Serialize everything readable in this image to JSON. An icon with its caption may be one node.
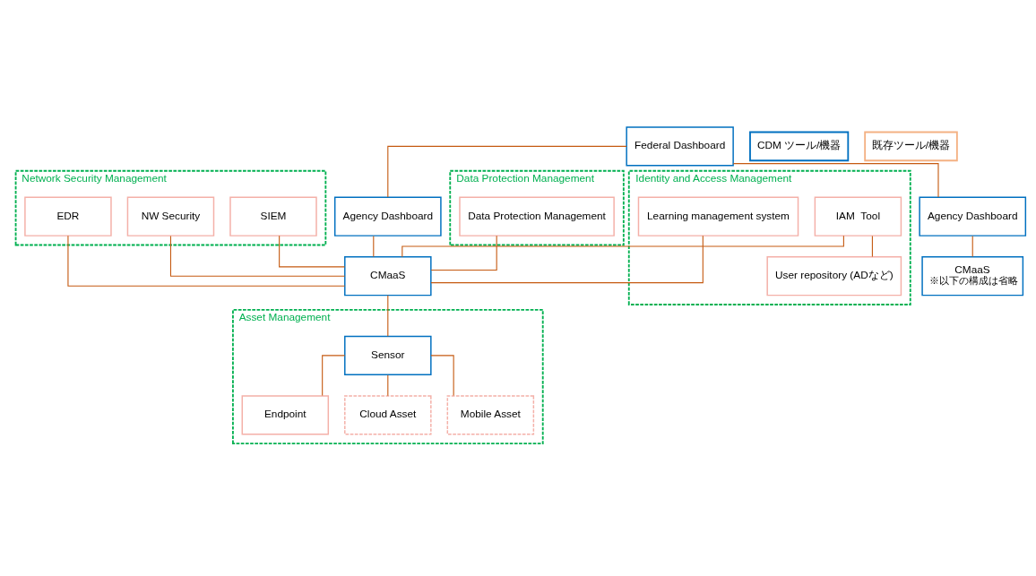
{
  "diagram": {
    "nodes": [
      {
        "text": [
          "Network Security Management"
        ]
      },
      {
        "text": [
          "SIEM"
        ],
        "in": 0
      },
      {
        "text": [
          "NW Security"
        ],
        "in": 0
      },
      {
        "text": [
          "EDR"
        ],
        "in": 0
      },
      {
        "text": [
          "Identity and Access Management"
        ]
      },
      {
        "text": [
          "IAM  Tool"
        ],
        "in": 4
      },
      {
        "text": [
          "User repository (ADなど)"
        ],
        "in": 4
      },
      {
        "text": [
          "Learning management system"
        ],
        "in": 4
      },
      {
        "text": [
          "Federal Dashboard"
        ]
      },
      {
        "text": [
          "Agency Dashboard"
        ]
      },
      {
        "text": [
          "Agency Dashboard"
        ]
      },
      {
        "text": [
          "CMaaS"
        ]
      },
      {
        "text": [
          "CMaaS",
          "※以下の構成は省略"
        ]
      },
      {
        "text": [
          "Data Protection Management"
        ]
      },
      {
        "text": [
          "Data Protection Management"
        ],
        "in": 13
      },
      {
        "text": [
          "Asset Management"
        ]
      },
      {
        "text": [
          "Sensor"
        ],
        "in": 15
      },
      {
        "text": [
          "Endpoint"
        ],
        "in": 15
      },
      {
        "text": [
          "Cloud Asset"
        ],
        "in": 15
      },
      {
        "text": [
          "Mobile Asset"
        ],
        "in": 15
      }
    ],
    "edges": [
      {
        "from": 8,
        "to": 9,
        "arrow": "none"
      },
      {
        "from": 8,
        "to": 10,
        "arrow": "none"
      },
      {
        "from": 9,
        "to": 11,
        "arrow": "none"
      },
      {
        "from": 10,
        "to": 12,
        "arrow": "none"
      },
      {
        "from": 1,
        "to": 11,
        "arrow": "none"
      },
      {
        "from": 2,
        "to": 11,
        "arrow": "none"
      },
      {
        "from": 3,
        "to": 11,
        "arrow": "none"
      },
      {
        "from": 5,
        "to": 11,
        "arrow": "none"
      },
      {
        "from": 7,
        "to": 11,
        "arrow": "none"
      },
      {
        "from": 5,
        "to": 6,
        "arrow": "none"
      },
      {
        "from": 11,
        "to": 16,
        "arrow": "none"
      },
      {
        "from": 14,
        "to": 11,
        "arrow": "none"
      },
      {
        "from": 16,
        "to": 17,
        "arrow": "none"
      },
      {
        "from": 16,
        "to": 18,
        "arrow": "none"
      },
      {
        "from": 16,
        "to": 19,
        "arrow": "none"
      }
    ],
    "legend": [
      {
        "text": "CDM ツール/機器",
        "color": "#0070c0"
      },
      {
        "text": "既存ツール/機器",
        "color": "#f4b183"
      }
    ]
  }
}
